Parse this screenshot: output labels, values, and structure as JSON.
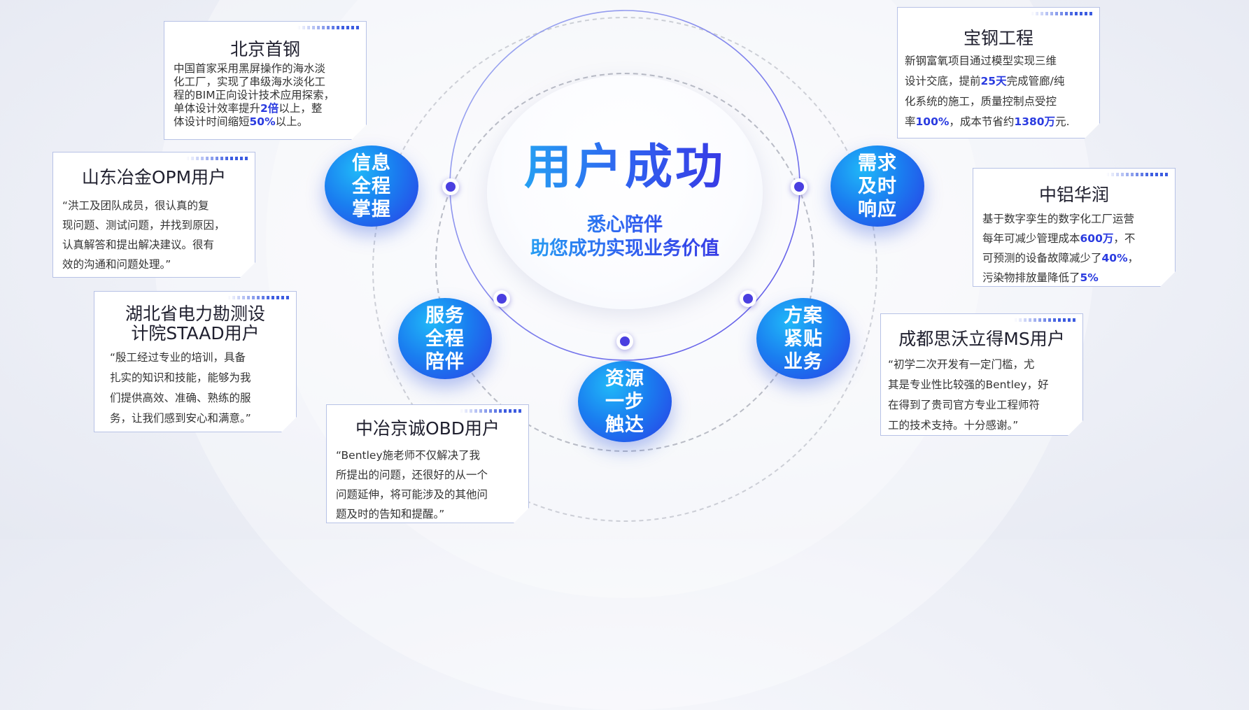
{
  "center": {
    "title": "用户成功",
    "subtitle_line1": "悉心陪伴",
    "subtitle_line2": "助您成功实现业务价值"
  },
  "pillars": [
    {
      "id": "info",
      "lines": [
        "信息",
        "全程",
        "掌握"
      ]
    },
    {
      "id": "demand",
      "lines": [
        "需求",
        "及时",
        "响应"
      ]
    },
    {
      "id": "service",
      "lines": [
        "服务",
        "全程",
        "陪伴"
      ]
    },
    {
      "id": "resource",
      "lines": [
        "资源",
        "一步",
        "触达"
      ]
    },
    {
      "id": "solution",
      "lines": [
        "方案",
        "紧贴",
        "业务"
      ]
    }
  ],
  "testimonials": {
    "beijing": {
      "title": "北京首钢",
      "lines": [
        [
          "中国首家采用黑屏操作的海水淡"
        ],
        [
          "化工厂，实现了串级海水淡化工"
        ],
        [
          "程的BIM正向设计技术应用探索，"
        ],
        [
          "单体设计效率提升",
          {
            "hl": "2倍"
          },
          "以上，整"
        ],
        [
          "体设计时间缩短",
          {
            "hl": "50%"
          },
          "以上。"
        ]
      ]
    },
    "shandong": {
      "title": "山东冶金OPM用户",
      "lines": [
        [
          "“洪工及团队成员，很认真的复"
        ],
        [
          "现问题、测试问题，并找到原因，"
        ],
        [
          "认真解答和提出解决建议。很有"
        ],
        [
          "效的沟通和问题处理。”"
        ]
      ]
    },
    "hubei": {
      "title_line1": "湖北省电力勘测设",
      "title_line2": "计院STAAD用户",
      "lines": [
        [
          "“殷工经过专业的培训，具备"
        ],
        [
          "扎实的知识和技能，能够为我"
        ],
        [
          "们提供高效、准确、熟练的服"
        ],
        [
          "务，让我们感到安心和满意。”"
        ]
      ]
    },
    "zhongye": {
      "title": "中冶京诚OBD用户",
      "lines": [
        [
          "“Bentley施老师不仅解决了我"
        ],
        [
          "所提出的问题，还很好的从一个"
        ],
        [
          "问题延伸，将可能涉及的其他问"
        ],
        [
          "题及时的告知和提醒。”"
        ]
      ]
    },
    "baogang": {
      "title": "宝钢工程",
      "lines": [
        [
          "新钢富氧项目通过模型实现三维"
        ],
        [
          "设计交底，提前",
          {
            "hl": "25天"
          },
          "完成管廊/纯"
        ],
        [
          "化系统的施工，质量控制点受控"
        ],
        [
          "率",
          {
            "hl": "100%"
          },
          "，成本节省约",
          {
            "hl": "1380万"
          },
          "元."
        ]
      ]
    },
    "zhonglv": {
      "title": "中铝华润",
      "lines": [
        [
          "基于数字孪生的数字化工厂运营"
        ],
        [
          "每年可减少管理成本",
          {
            "hl": "600万"
          },
          "，不"
        ],
        [
          "可预测的设备故障减少了",
          {
            "hl": "40%"
          },
          "，"
        ],
        [
          "污染物排放量降低了",
          {
            "hl": "5%"
          }
        ]
      ]
    },
    "chengdu": {
      "title": "成都思沃立得MS用户",
      "lines": [
        [
          "“初学二次开发有一定门槛，尤"
        ],
        [
          "其是专业性比较强的Bentley，好"
        ],
        [
          "在得到了贵司官方专业工程师符"
        ],
        [
          "工的技术支持。十分感谢。”"
        ]
      ]
    }
  },
  "colors": {
    "accent": "#2f63f0",
    "highlight": "#2a3be0",
    "gradient_start": "#22b6f3",
    "gradient_end": "#3b2ae0",
    "card_border": "#b7c2e6"
  }
}
